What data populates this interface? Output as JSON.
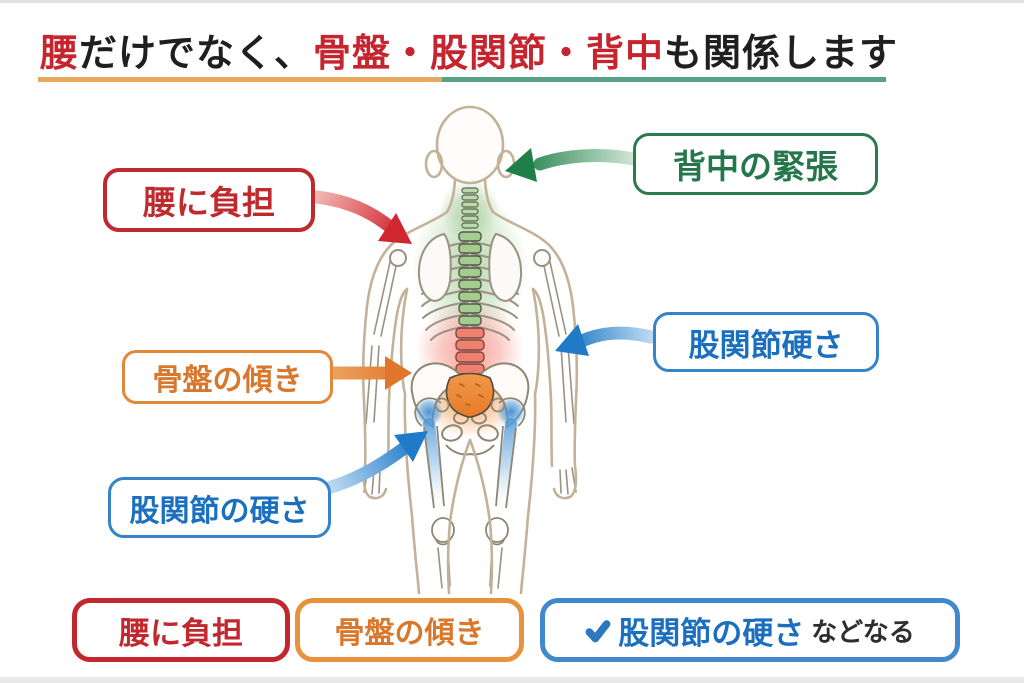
{
  "title": {
    "seg1": "腰",
    "seg2": "だけでなく、",
    "seg3": "骨盤・股関節・背中",
    "seg4": "も関係します"
  },
  "callouts": {
    "low_back": "腰に負担",
    "back_tension": "背中の緊張",
    "pelvic_tilt": "骨盤の傾き",
    "hip_stiffness": "股関節硬さ",
    "hip_stiffness_alt": "股関節の硬さ"
  },
  "summary": {
    "item1": "腰に負担",
    "item2": "骨盤の傾き",
    "item3_check_icon": "check-icon",
    "item3_main": "股関節の硬さ",
    "item3_suffix": "などなる"
  },
  "colors": {
    "red": "#c6242e",
    "green": "#1e7a45",
    "orange": "#e07c2f",
    "blue": "#1f7bc8",
    "underline_orange": "#e7a95c",
    "underline_green": "#57a284",
    "body_outline": "#c3b299",
    "spine_upper_highlight": "#a4cc8f",
    "spine_lower_highlight": "#ee8070",
    "sacrum_highlight": "#ef9440",
    "femur_highlight": "#4d95d6"
  }
}
